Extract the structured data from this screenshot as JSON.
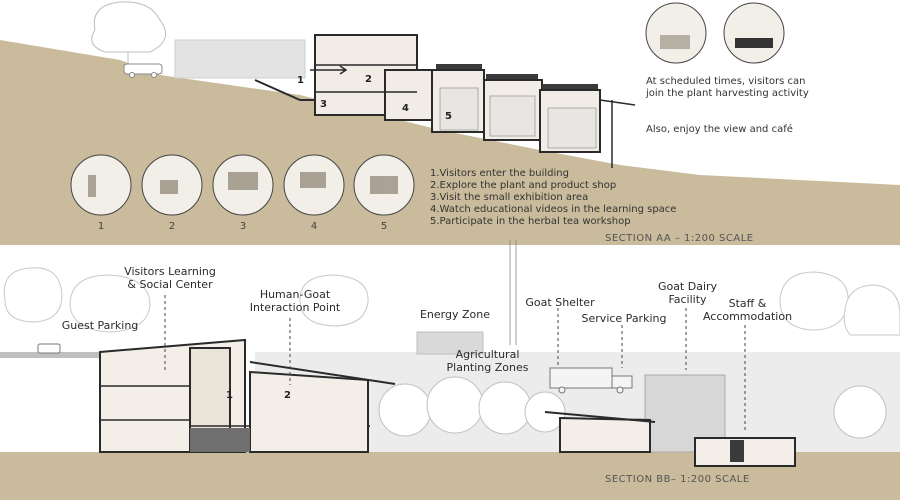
{
  "section_aa": {
    "scale_label": "SECTION AA – 1:200 SCALE",
    "section_numbers": [
      "1",
      "2",
      "3",
      "4",
      "5"
    ],
    "circle_labels": [
      "1",
      "2",
      "3",
      "4",
      "5"
    ],
    "steps": [
      "1.Visitors enter the building",
      "2.Explore the plant and product shop",
      "3.Visit the small exhibition area",
      "4.Watch educational videos in the learning space",
      "5.Participate in the herbal tea workshop"
    ],
    "harvest_note": "At scheduled times, visitors can join the plant harvesting activity",
    "view_note": "Also, enjoy the view and café"
  },
  "section_bb": {
    "scale_label": "SECTION BB– 1:200 SCALE",
    "labels": {
      "guest_parking": "Guest Parking",
      "learning_center": "Visitors Learning\n& Social Center",
      "human_goat": "Human-Goat\nInteraction Point",
      "energy_zone": "Energy Zone",
      "agricultural": "Agricultural\nPlanting Zones",
      "goat_shelter": "Goat Shelter",
      "service_parking": "Service Parking",
      "goat_dairy": "Goat Dairy\nFacility",
      "staff": "Staff &\nAccommodation"
    },
    "building_numbers": [
      "1",
      "2"
    ]
  },
  "colors": {
    "ground": "#c9bb9c",
    "ground_dark": "#b9a985",
    "wall": "#2a2a2a",
    "tree_outline": "#bdbdbd"
  }
}
